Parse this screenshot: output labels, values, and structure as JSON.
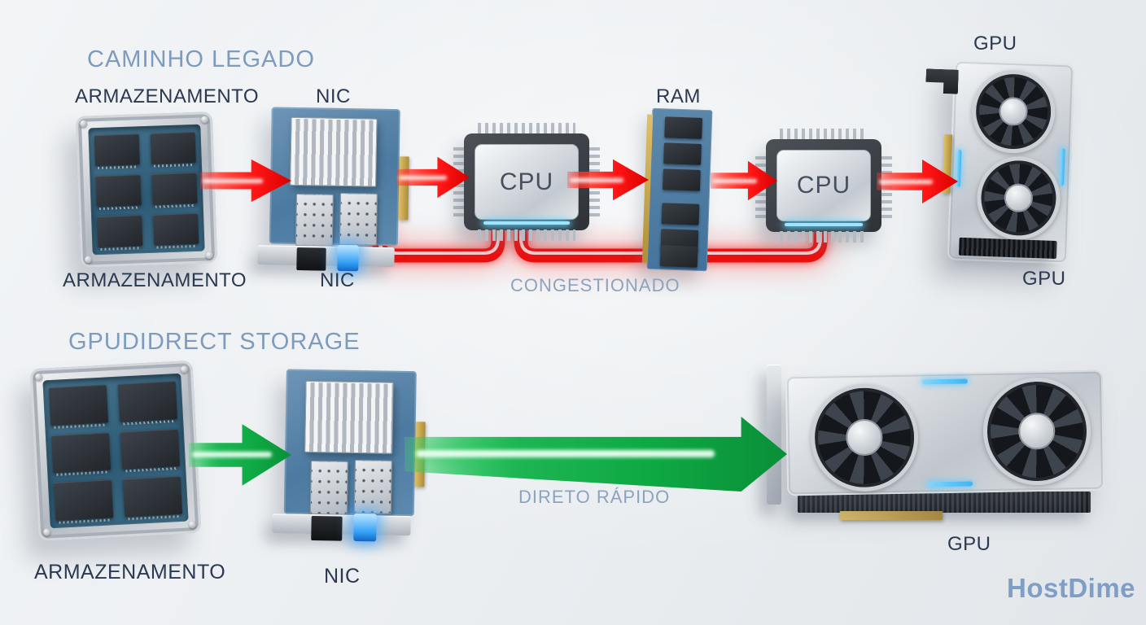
{
  "legacy": {
    "title": "CAMINHO LEGADO",
    "storage_label_top": "ARMAZENAMENTO",
    "storage_label_bottom": "ARMAZENAMENTO",
    "nic_label_top": "NIC",
    "nic_label_bottom": "NIC",
    "cpu1_label": "CPU",
    "ram_label": "RAM",
    "cpu2_label": "CPU",
    "gpu_label_top": "GPU",
    "gpu_label_bottom": "GPU",
    "congestion_label": "CONGESTIONADO"
  },
  "gds": {
    "title": "GPUDIDRECT STORAGE",
    "storage_label": "ARMAZENAMENTO",
    "nic_label": "NIC",
    "gpu_label": "GPU",
    "direct_label": "DIRETO RÁPIDO"
  },
  "brand": {
    "logo": "HostDime"
  },
  "colors": {
    "legacy_flow": "#ff1414",
    "gds_flow": "#14b24c",
    "title_text": "#7c9bbd",
    "component_text": "#2b3950",
    "annotation_text": "#8ba3bf",
    "logo_text": "#7e9ec6",
    "background": "#edf0f3",
    "led_blue": "#2e9df5"
  }
}
